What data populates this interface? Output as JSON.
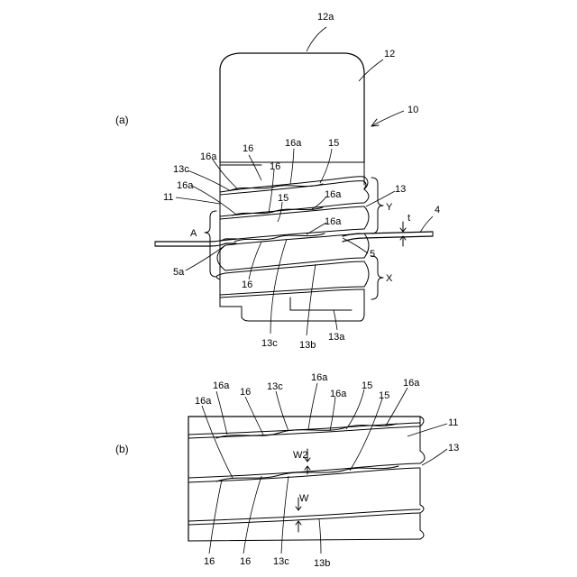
{
  "fig_a": {
    "caption": "(a)",
    "labels": {
      "l12a": "12a",
      "l12": "12",
      "l10": "10",
      "l16_top": "16",
      "l16a_top": "16a",
      "l15_top": "15",
      "l16a_left1": "16a",
      "l13c_left": "13c",
      "l16_mid": "16",
      "l16a_left2": "16a",
      "l11": "11",
      "l15_mid": "15",
      "l16a_mid": "16a",
      "l13": "13",
      "l16a_low": "16a",
      "lY": "Y",
      "lt": "t",
      "l4": "4",
      "lA": "A",
      "l5": "5",
      "l5a": "5a",
      "l16_low": "16",
      "lX": "X",
      "l13c_bottom": "13c",
      "l13b_bottom": "13b",
      "l13a": "13a"
    }
  },
  "fig_b": {
    "caption": "(b)",
    "labels": {
      "l16a_1": "16a",
      "l16a_2": "16a",
      "l16": "16",
      "l13c": "13c",
      "l16a_3": "16a",
      "l16a_4": "16a",
      "l15_1": "15",
      "l15_2": "15",
      "l16a_5": "16a",
      "l11": "11",
      "l13": "13",
      "lW2": "W2",
      "lW": "W",
      "l16_b1": "16",
      "l16_b2": "16",
      "l13c_b": "13c",
      "l13b": "13b"
    }
  }
}
